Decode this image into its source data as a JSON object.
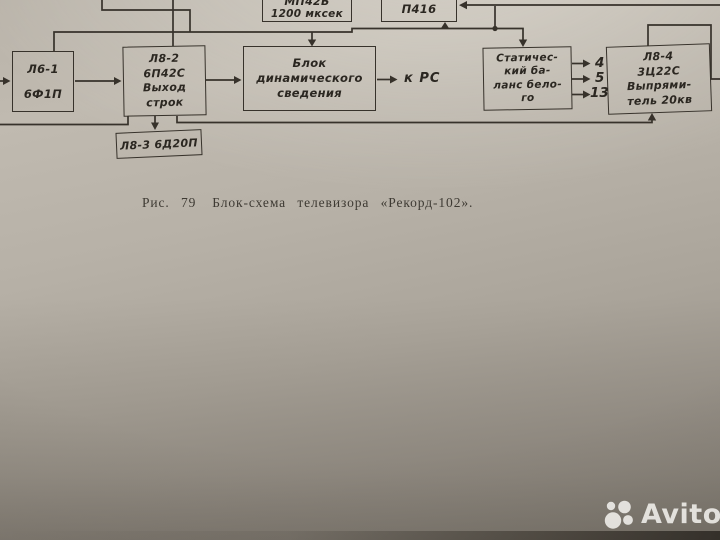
{
  "diagram": {
    "boxes": {
      "mp42b": {
        "lines": [
          "МП42Б",
          "1200 мксек"
        ]
      },
      "p416": {
        "lines": [
          "П416"
        ]
      },
      "l6_1": {
        "lines": [
          "Л6-1",
          "6Ф1П"
        ]
      },
      "l8_2": {
        "lines": [
          "Л8-2",
          "6П42С",
          "Выход",
          "строк"
        ]
      },
      "dyn_block": {
        "lines": [
          "Блок",
          "динамического",
          "сведения"
        ]
      },
      "stat_balance": {
        "lines": [
          "Статичес-",
          "кий ба-",
          "ланс бело-",
          "го"
        ]
      },
      "l8_4": {
        "lines": [
          "Л8-4",
          "3Ц22С",
          "Выпрями-",
          "тель 20кв"
        ]
      },
      "l8_3": {
        "lines": [
          "Л8-3 6Д20П"
        ]
      }
    },
    "labels": {
      "to_rs": "к РС",
      "pin_4": "4",
      "pin_5": "5",
      "pin_13": "13"
    }
  },
  "caption": {
    "prefix": "Рис. 79",
    "text": "Блок-схема телевизора «Рекорд-102»."
  },
  "watermark": {
    "brand": "Avito"
  },
  "colors": {
    "paper": "#b7b1a7",
    "ink": "#37322b",
    "watermark": "#faf9f5"
  }
}
